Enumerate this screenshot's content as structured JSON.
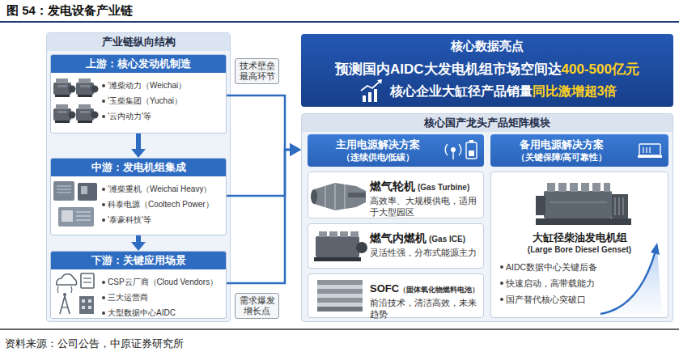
{
  "diagram": {
    "title": "图 54：发电设备产业链",
    "caption": "资料来源：公司公告，中原证券研究所",
    "nodes": [
      {
        "text": [
          "产业链纵向结构"
        ]
      },
      {
        "text": [
          "上游：核心发动机制造",
          "'潍柴动力（Weichai）",
          "'玉柴集团（Yuchai）",
          "'云内动力'等"
        ],
        "in": 0
      },
      {
        "text": [
          "中游：发电机组集成",
          "'潍柴重机（Weichai Heavy）",
          "科泰电源（Cooltech Power）",
          "'泰豪科技'等"
        ],
        "in": 0
      },
      {
        "text": [
          "下游：关键应用场景",
          "CSP云厂商（Cloud Vendors）",
          "三大运营商",
          "大型数据中心AIDC"
        ],
        "in": 0
      },
      {
        "text": [
          "技术壁垒 最高环节"
        ]
      },
      {
        "text": [
          "需求爆发 增长点"
        ]
      },
      {
        "text": [
          "核心数据亮点",
          "预测国内AIDC大发电机组市场空间达",
          "400-500亿元",
          "核心企业大缸径产品销量",
          "同比激增超3倍"
        ]
      },
      {
        "text": [
          "核心国产龙头产品矩阵模块"
        ]
      },
      {
        "text": [
          "主用电源解决方案",
          "（连续供电/低碳）"
        ],
        "in": 7
      },
      {
        "text": [
          "燃气轮机",
          "(Gas Turbine)",
          "高效率、大规模供电，适用于大型园区"
        ],
        "in": 7
      },
      {
        "text": [
          "燃气内燃机",
          "(Gas ICE)",
          "灵活性强，分布式能源主力"
        ],
        "in": 7
      },
      {
        "text": [
          "SOFC",
          "（固体氧化物燃料电池）",
          "前沿技术，清洁高效，未来趋势"
        ],
        "in": 7
      },
      {
        "text": [
          "备用电源解决方案",
          "（关键保障/高可靠性）"
        ],
        "in": 7
      },
      {
        "text": [
          "大缸径柴油发电机组",
          "(Large Bore Diesel Genset)",
          "AIDC数据中心关键后备",
          "快速启动，高带载能力",
          "国产替代核心突破口"
        ],
        "in": 7
      }
    ],
    "edges": [
      {
        "from": 1,
        "to": 2,
        "arrow": "to"
      },
      {
        "from": 2,
        "to": 3,
        "arrow": "to"
      },
      {
        "from": 1,
        "to": 7,
        "arrow": "to"
      },
      {
        "from": 2,
        "to": 7,
        "arrow": "to"
      },
      {
        "from": 3,
        "to": 7,
        "arrow": "to"
      }
    ]
  }
}
